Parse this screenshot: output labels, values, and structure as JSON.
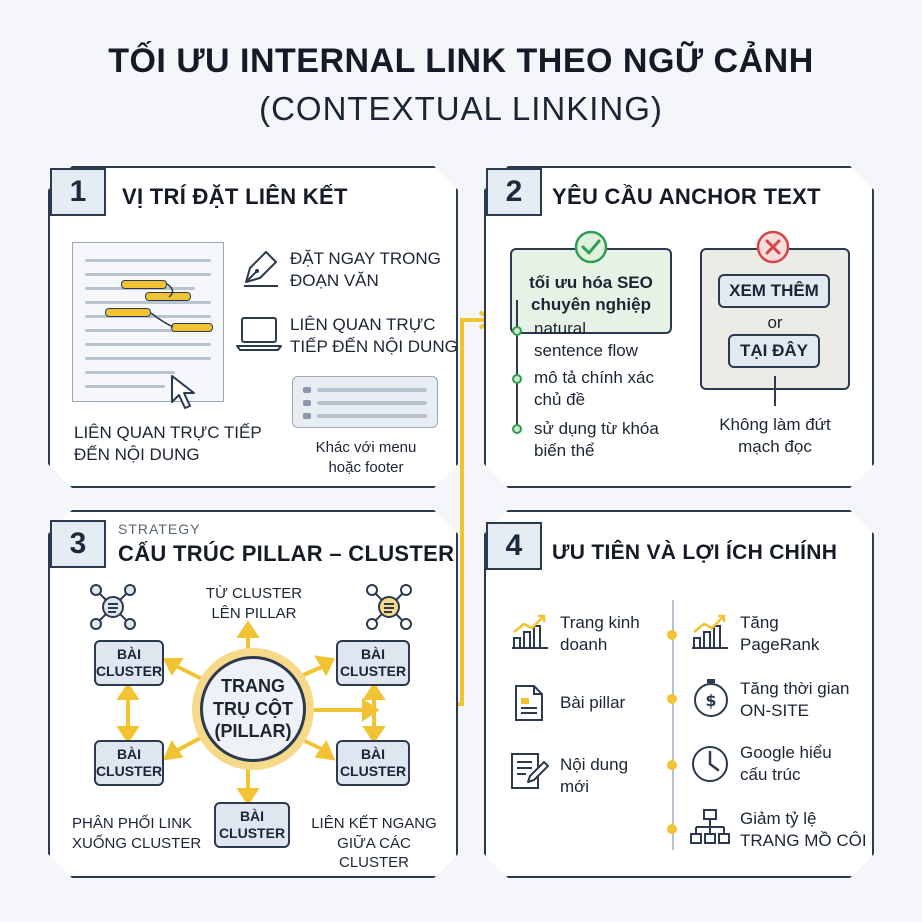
{
  "header": {
    "title": "TỐI ƯU INTERNAL LINK THEO NGỮ CẢNH",
    "subtitle": "(CONTEXTUAL LINKING)"
  },
  "colors": {
    "accent": "#f1c232",
    "dark": "#2b3a4e",
    "green": "#2f9e54",
    "red": "#d64545",
    "panel_bg": "#ffffff"
  },
  "panel1": {
    "number": "1",
    "title": "VỊ TRÍ ĐẶT LIÊN KẾT",
    "item1": "ĐẶT NGAY TRONG\nĐOẠN VĂN",
    "item2": "LIÊN QUAN TRỰC\nTIẾP ĐẾN NỘI DUNG",
    "caption": "LIÊN QUAN TRỰC TIẾP\nĐẾN NỘI DUNG",
    "menu_note": "Khác với menu\nhoặc footer",
    "icons": [
      "pen-icon",
      "laptop-icon",
      "cursor-icon",
      "menu-icon"
    ]
  },
  "panel2": {
    "number": "2",
    "title": "YÊU CẦU ANCHOR TEXT",
    "good_anchor": "tối ưu hóa SEO\nchuyên nghiệp",
    "good_points": [
      "natural\nsentence flow",
      "mô tả chính xác\nchủ đề",
      "sử dụng từ khóa\nbiến thể"
    ],
    "bad_anchor_1": "XEM THÊM",
    "bad_or": "or",
    "bad_anchor_2": "TẠI ĐÂY",
    "bad_caption": "Không làm đứt\nmạch đọc",
    "icons": [
      "check-icon",
      "cross-icon"
    ]
  },
  "panel3": {
    "number": "3",
    "label": "STRATEGY",
    "title": "CẤU TRÚC PILLAR – CLUSTER",
    "top_note": "TỪ CLUSTER\nLÊN PILLAR",
    "pillar": "TRANG\nTRỤ CỘT\n(PILLAR)",
    "cluster": "BÀI\nCLUSTER",
    "bottom_left": "PHÂN PHỐI LINK\nXUỐNG CLUSTER",
    "bottom_right": "LIÊN KẾT NGANG\nGIỮA CÁC CLUSTER",
    "icons": [
      "network-icon",
      "network-icon"
    ]
  },
  "panel4": {
    "number": "4",
    "title": "ƯU TIÊN VÀ LỢI ÍCH CHÍNH",
    "left_items": [
      "Trang kinh\ndoanh",
      "Bài pillar",
      "Nội dung\nmới"
    ],
    "right_items": [
      "Tăng\nPageRank",
      "Tăng thời gian\nON-SITE",
      "Google hiểu\ncấu trúc",
      "Giảm tỷ lệ\nTRANG MỒ CÔI"
    ],
    "icons": [
      "chart-icon",
      "document-icon",
      "edit-icon",
      "growth-icon",
      "timer-icon",
      "clock-icon",
      "sitemap-icon"
    ]
  }
}
